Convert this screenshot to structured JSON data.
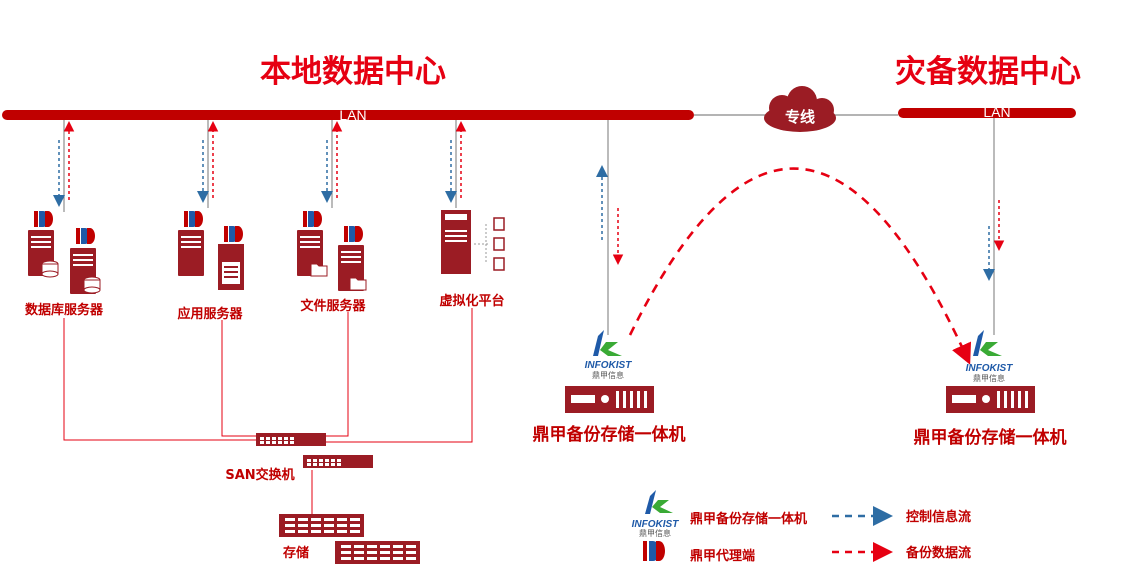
{
  "titles": {
    "local": "本地数据中心",
    "dr": "灾备数据中心"
  },
  "lan_label": "LAN",
  "cloud_label": "专线",
  "servers": {
    "db": "数据库服务器",
    "app": "应用服务器",
    "file": "文件服务器",
    "virt": "虚拟化平台"
  },
  "san_label": "SAN交换机",
  "storage_label": "存储",
  "appliance_label": "鼎甲备份存储一体机",
  "brand": {
    "name": "INFOKIST",
    "sub": "鼎甲信息"
  },
  "legend": {
    "appliance": "鼎甲备份存储一体机",
    "agent": "鼎甲代理端",
    "control": "控制信息流",
    "backup": "备份数据流"
  },
  "colors": {
    "red": "#c00000",
    "bright_red": "#e60012",
    "dark_red": "#9b1c24",
    "blue": "#2e6da4"
  }
}
